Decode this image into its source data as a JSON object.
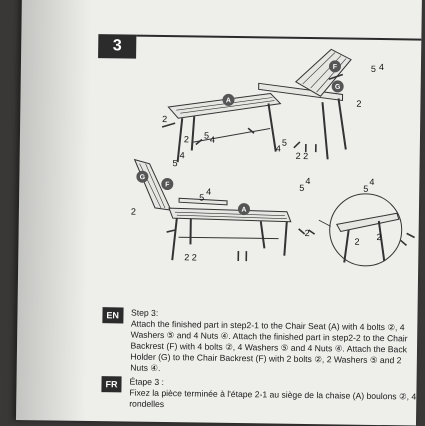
{
  "step_number": "3",
  "parts": {
    "a": "A",
    "f": "F",
    "g": "G"
  },
  "hardware_labels": {
    "n2": "2",
    "n4": "4",
    "n5": "5",
    "n2_2": "2  2"
  },
  "instructions": {
    "en": {
      "lang": "EN",
      "title": "Step 3:",
      "body": "Attach the finished part in step2-1 to the Chair Seat (A) with 4 bolts ②, 4 Washers ⑤ and 4 Nuts ④. Attach the finished part in step2-2 to the Chair Backrest (F) with 4 bolts ②, 4 Washers ⑤ and 4 Nuts ④. Attach the Back Holder (G) to the Chair Backrest (F) with 2 bolts ②, 2 Washers ⑤ and 2 Nuts ④."
    },
    "fr": {
      "lang": "FR",
      "title": "Étape 3 :",
      "body": "Fixez la pièce terminée à l'étape 2-1 au siège de la chaise (A) boulons ②, 4 rondelles"
    }
  }
}
